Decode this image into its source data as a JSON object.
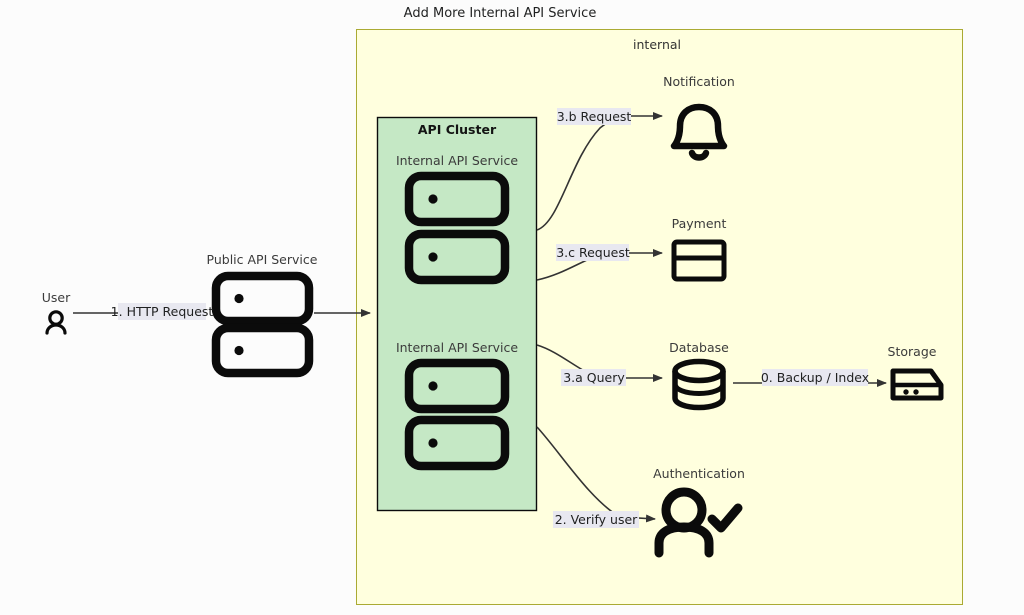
{
  "diagram": {
    "title": "Add More Internal API Service",
    "background_color": "#fcfcfc",
    "boundary": {
      "label": "internal",
      "fill_color": "#ffffde",
      "border_color": "#aaaa33"
    },
    "cluster": {
      "label": "API Cluster",
      "fill_color": "#c5e8c5",
      "border_color": "#0b0b0b"
    },
    "nodes": [
      {
        "id": "user",
        "label": "User",
        "icon": "person-icon"
      },
      {
        "id": "public-api",
        "label": "Public API Service",
        "icon": "server-icon"
      },
      {
        "id": "internal-api-1",
        "label": "Internal API Service",
        "icon": "server-icon"
      },
      {
        "id": "internal-api-2",
        "label": "Internal API Service",
        "icon": "server-icon"
      },
      {
        "id": "notification",
        "label": "Notification",
        "icon": "bell-icon"
      },
      {
        "id": "payment",
        "label": "Payment",
        "icon": "credit-card-icon"
      },
      {
        "id": "database",
        "label": "Database",
        "icon": "database-icon"
      },
      {
        "id": "storage",
        "label": "Storage",
        "icon": "hard-drive-icon"
      },
      {
        "id": "authentication",
        "label": "Authentication",
        "icon": "user-check-icon"
      }
    ],
    "edges": [
      {
        "id": "e-http",
        "label": "1. HTTP Request",
        "from": "user",
        "to": "public-api"
      },
      {
        "id": "e-link",
        "label": "",
        "from": "public-api",
        "to": "internal-api-1"
      },
      {
        "id": "e-notify",
        "label": "3.b Request",
        "from": "internal-api-1",
        "to": "notification"
      },
      {
        "id": "e-pay",
        "label": "3.c Request",
        "from": "internal-api-1",
        "to": "payment"
      },
      {
        "id": "e-query",
        "label": "3.a Query",
        "from": "internal-api-2",
        "to": "database"
      },
      {
        "id": "e-verify",
        "label": "2. Verify user",
        "from": "internal-api-2",
        "to": "authentication"
      },
      {
        "id": "e-backup",
        "label": "0. Backup / Index",
        "from": "database",
        "to": "storage"
      }
    ],
    "edge_label_background": "#e8e8f0"
  }
}
